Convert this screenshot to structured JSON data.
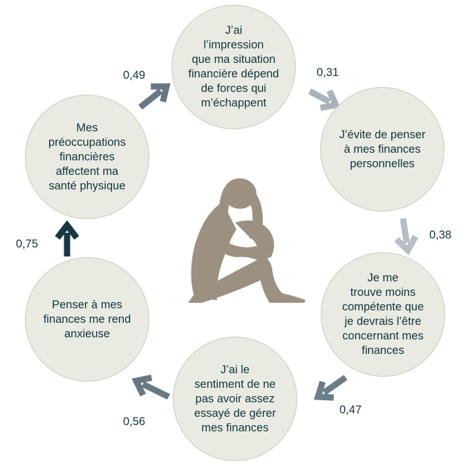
{
  "nodes": [
    {
      "id": "forces",
      "label": "J’ai\nl’impression\nque ma situation\nfinancière dépend\nde forces qui\nm’échappent"
    },
    {
      "id": "avoid",
      "label": "J’évite de penser\nà mes finances\npersonnelles"
    },
    {
      "id": "competence",
      "label": "Je me\ntrouve moins\ncompétente que\nje devrais l’être\nconcernant mes\nfinances"
    },
    {
      "id": "effort",
      "label": "J’ai le\nsentiment de ne\npas avoir assez\nessayé de gérer\nmes finances"
    },
    {
      "id": "anxiety",
      "label": "Penser à mes\nfinances me rend\nanxieuse"
    },
    {
      "id": "health",
      "label": "Mes\npréoccupations\nfinancières\naffectent ma\nsanté physique"
    }
  ],
  "edges": [
    {
      "from": "forces",
      "to": "avoid",
      "weight": "0,31",
      "color": "#aab3ba"
    },
    {
      "from": "avoid",
      "to": "competence",
      "weight": "0,38",
      "color": "#b6bec5"
    },
    {
      "from": "competence",
      "to": "effort",
      "weight": "0,47",
      "color": "#6b7d89"
    },
    {
      "from": "effort",
      "to": "anxiety",
      "weight": "0,56",
      "color": "#667884"
    },
    {
      "from": "anxiety",
      "to": "health",
      "weight": "0,75",
      "color": "#163842"
    },
    {
      "from": "health",
      "to": "forces",
      "weight": "0,49",
      "color": "#667884"
    }
  ],
  "colors": {
    "node_fill": "#e9ebe2",
    "text": "#13343c",
    "silhouette": "#9c9080"
  },
  "center_icon": "sitting-woman-silhouette"
}
